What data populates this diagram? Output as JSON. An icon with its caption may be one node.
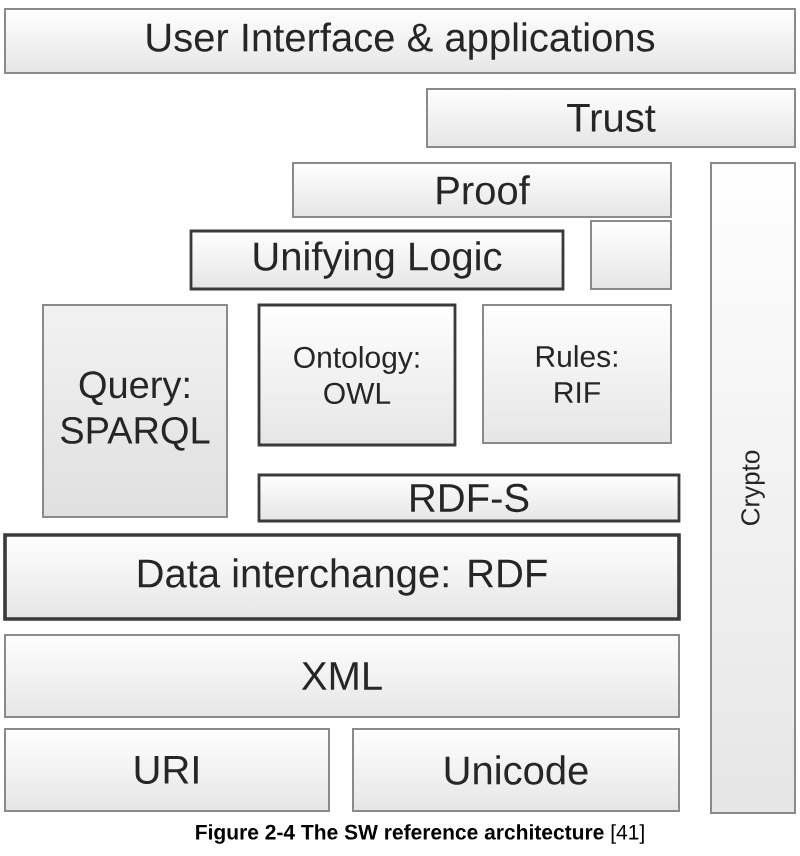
{
  "diagram": {
    "nodes": [
      {
        "text": [
          "User Interface & applications"
        ]
      },
      {
        "text": [
          "Trust"
        ]
      },
      {
        "text": [
          "Proof"
        ]
      },
      {
        "text": [
          "Crypto"
        ]
      },
      {
        "text": [
          "Unifying Logic"
        ]
      },
      {
        "text": [],
        "shape": "box"
      },
      {
        "text": [
          "Query: SPARQL"
        ]
      },
      {
        "text": [
          "Ontology: OWL"
        ]
      },
      {
        "text": [
          "Rules: RIF"
        ]
      },
      {
        "text": [
          "RDF-S"
        ]
      },
      {
        "text": [
          "Data interchange: RDF"
        ]
      },
      {
        "text": [
          "XML"
        ]
      },
      {
        "text": [
          "URI"
        ]
      },
      {
        "text": [
          "Unicode"
        ]
      }
    ],
    "caption": "**Figure 2-4 The SW reference architecture** [41]"
  }
}
